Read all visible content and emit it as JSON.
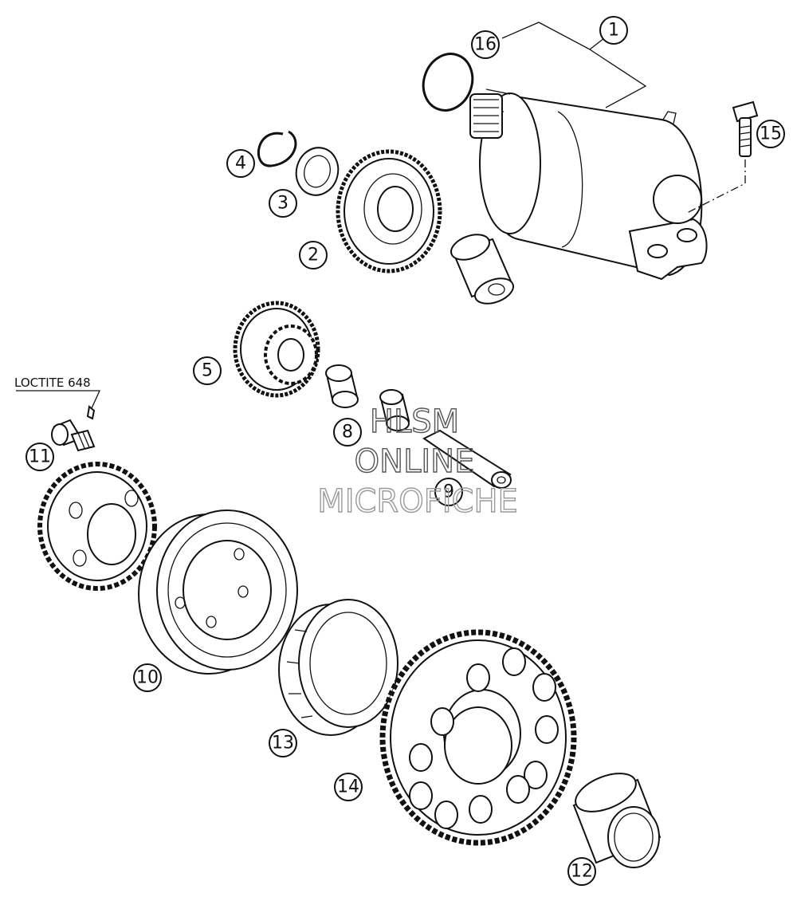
{
  "callouts": {
    "c1": "1",
    "c2": "2",
    "c3": "3",
    "c4": "4",
    "c5": "5",
    "c8": "8",
    "c9": "9",
    "c10": "10",
    "c11": "11",
    "c12": "12",
    "c13": "13",
    "c14": "14",
    "c15": "15",
    "c16": "16"
  },
  "note": {
    "loctite": "LOCTITE 648"
  },
  "watermark": {
    "line1": "HLSM",
    "line2": "ONLINE",
    "line3": "MICROFICHE"
  }
}
